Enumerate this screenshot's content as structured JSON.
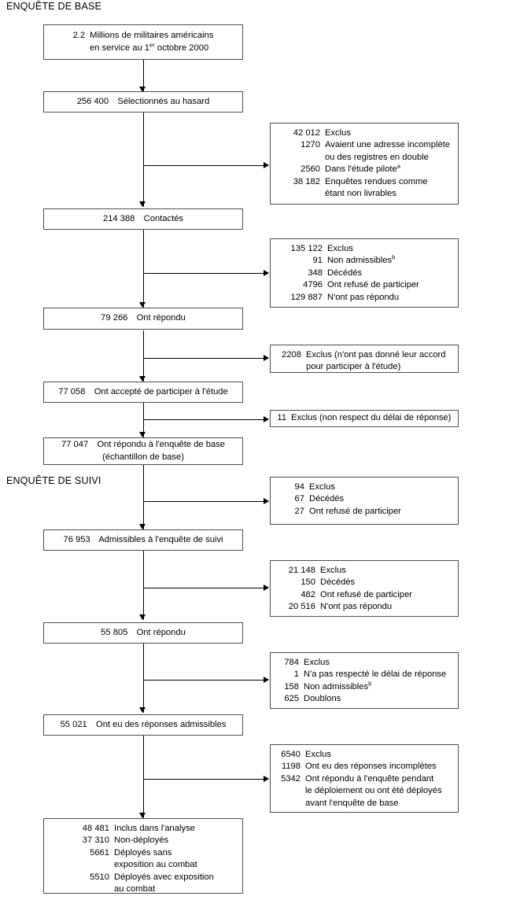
{
  "sections": {
    "baseline_title": "ENQUÊTE DE BASE",
    "followup_title": "ENQUÊTE DE SUIVI"
  },
  "main_boxes": {
    "b1": {
      "num": "2.2",
      "label": "Millions de militaires américains",
      "label2": "en service au 1",
      "sup": "er",
      "label3": " octobre 2000"
    },
    "b2": {
      "num": "256 400",
      "label": "Sélectionnés au hasard"
    },
    "b3": {
      "num": "214 388",
      "label": "Contactés"
    },
    "b4": {
      "num": "79 266",
      "label": "Ont répondu"
    },
    "b5": {
      "num": "77 058",
      "label": "Ont accepté de participer à l'étude"
    },
    "b6": {
      "num": "77 047",
      "label": "Ont répondu à l'enquête de base",
      "label2": "(échantillon de base)"
    },
    "b7": {
      "num": "76 953",
      "label": "Admissibles à l'enquête de suivi"
    },
    "b8": {
      "num": "55 805",
      "label": "Ont répondu"
    },
    "b9": {
      "num": "55 021",
      "label": "Ont eu des réponses admissibles"
    }
  },
  "analysis_box": {
    "rows": [
      {
        "num": "48 481",
        "label": "Inclus dans l'analyse"
      },
      {
        "num": "37 310",
        "label": "Non-déployés"
      },
      {
        "num": "5661",
        "label": "Déployés sans",
        "label_cont": "exposition au combat"
      },
      {
        "num": "5510",
        "label": "Déployés avec exposition",
        "label_cont": "au combat"
      }
    ]
  },
  "exclusion_boxes": {
    "e1": {
      "rows": [
        {
          "num": "42 012",
          "label": "Exclus"
        },
        {
          "num": "1270",
          "label": "Avaient une adresse incomplète",
          "label_cont": "ou des registres en double"
        },
        {
          "num": "2560",
          "label": "Dans l'étude pilote",
          "sup": "a"
        },
        {
          "num": "38 182",
          "label": "Enquêtes rendues comme",
          "label_cont": "étant non livrables"
        }
      ]
    },
    "e2": {
      "rows": [
        {
          "num": "135 122",
          "label": "Exclus"
        },
        {
          "num": "91",
          "label": "Non admissibles",
          "sup": "b"
        },
        {
          "num": "348",
          "label": "Décédés"
        },
        {
          "num": "4796",
          "label": "Ont refusé de participer"
        },
        {
          "num": "129 887",
          "label": "N'ont pas répondu"
        }
      ]
    },
    "e3": {
      "rows": [
        {
          "num": "2208",
          "label": "Exclus (n'ont pas donné leur accord",
          "label_cont": "pour participer à l'étude)"
        }
      ]
    },
    "e4": {
      "rows": [
        {
          "num": "11",
          "label": "Exclus (non respect du délai de réponse)"
        }
      ]
    },
    "e5": {
      "rows": [
        {
          "num": "94",
          "label": "Exclus"
        },
        {
          "num": "67",
          "label": "Décédés"
        },
        {
          "num": "27",
          "label": "Ont refusé de participer"
        }
      ]
    },
    "e6": {
      "rows": [
        {
          "num": "21 148",
          "label": "Exclus"
        },
        {
          "num": "150",
          "label": "Décédés"
        },
        {
          "num": "482",
          "label": "Ont refusé de participer"
        },
        {
          "num": "20 516",
          "label": "N'ont pas répondu"
        }
      ]
    },
    "e7": {
      "rows": [
        {
          "num": "784",
          "label": "Exclus"
        },
        {
          "num": "1",
          "label": "N'a pas respecté le délai de réponse"
        },
        {
          "num": "158",
          "label": "Non admissibles",
          "sup": "b"
        },
        {
          "num": "625",
          "label": "Doublons"
        }
      ]
    },
    "e8": {
      "rows": [
        {
          "num": "6540",
          "label": "Exclus"
        },
        {
          "num": "1198",
          "label": "Ont eu des réponses incomplètes"
        },
        {
          "num": "5342",
          "label": "Ont répondu à l'enquête pendant",
          "label_cont": "le déploiement ou ont été déployés",
          "label_cont2": "avant l'enquête de base"
        }
      ]
    }
  }
}
